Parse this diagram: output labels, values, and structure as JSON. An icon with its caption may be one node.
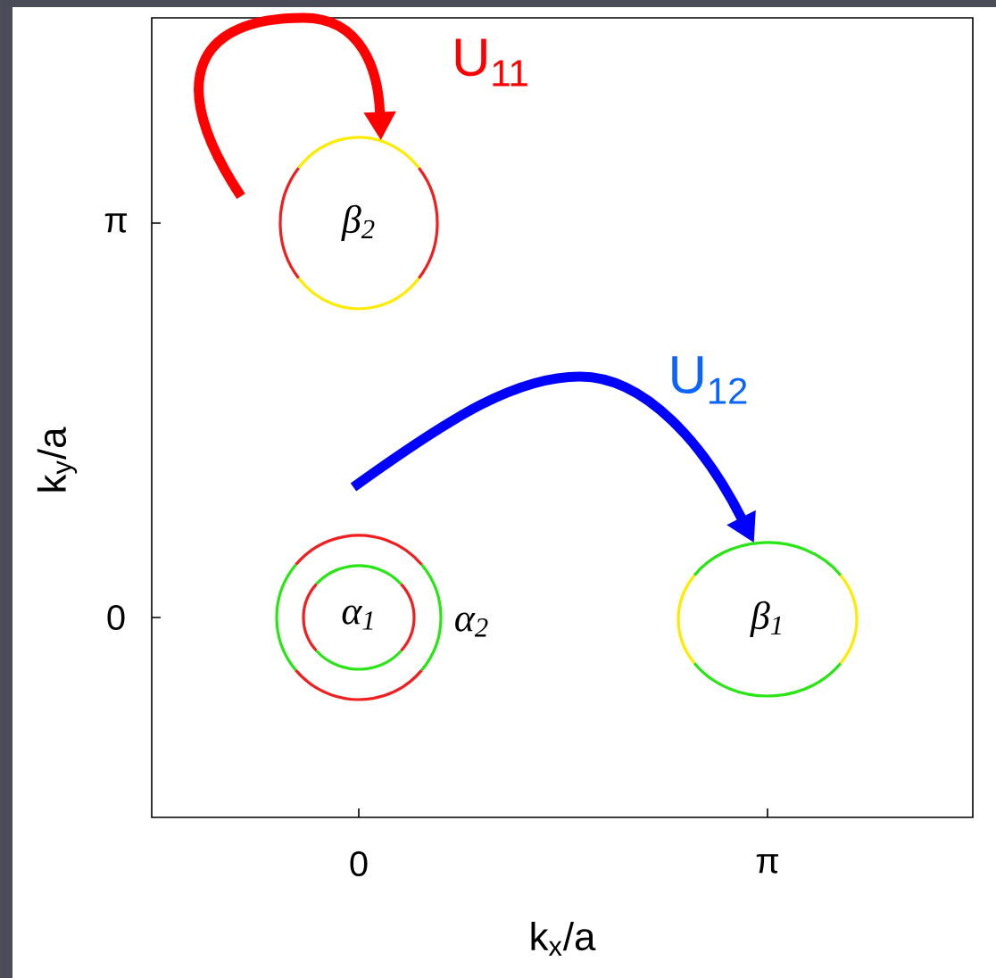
{
  "diagram": {
    "nodes": [
      {
        "text": [
          "β$_{2}$"
        ]
      },
      {
        "text": [
          "α$_{2}$"
        ]
      },
      {
        "text": [
          "α$_{1}$"
        ],
        "in": 1
      },
      {
        "text": [
          "β$_{1}$"
        ]
      }
    ],
    "edges": [
      {
        "from": null,
        "to": 0,
        "arrow": "to",
        "label": "U$_{11}$",
        "color": "#ff0000"
      },
      {
        "from": null,
        "to": 3,
        "arrow": "to",
        "label": "U$_{12}$",
        "color": "#0000ff"
      }
    ],
    "labels": [
      "π",
      "k$_{y}$/a",
      "0",
      "0",
      "π",
      "k$_{x}$/a"
    ]
  }
}
